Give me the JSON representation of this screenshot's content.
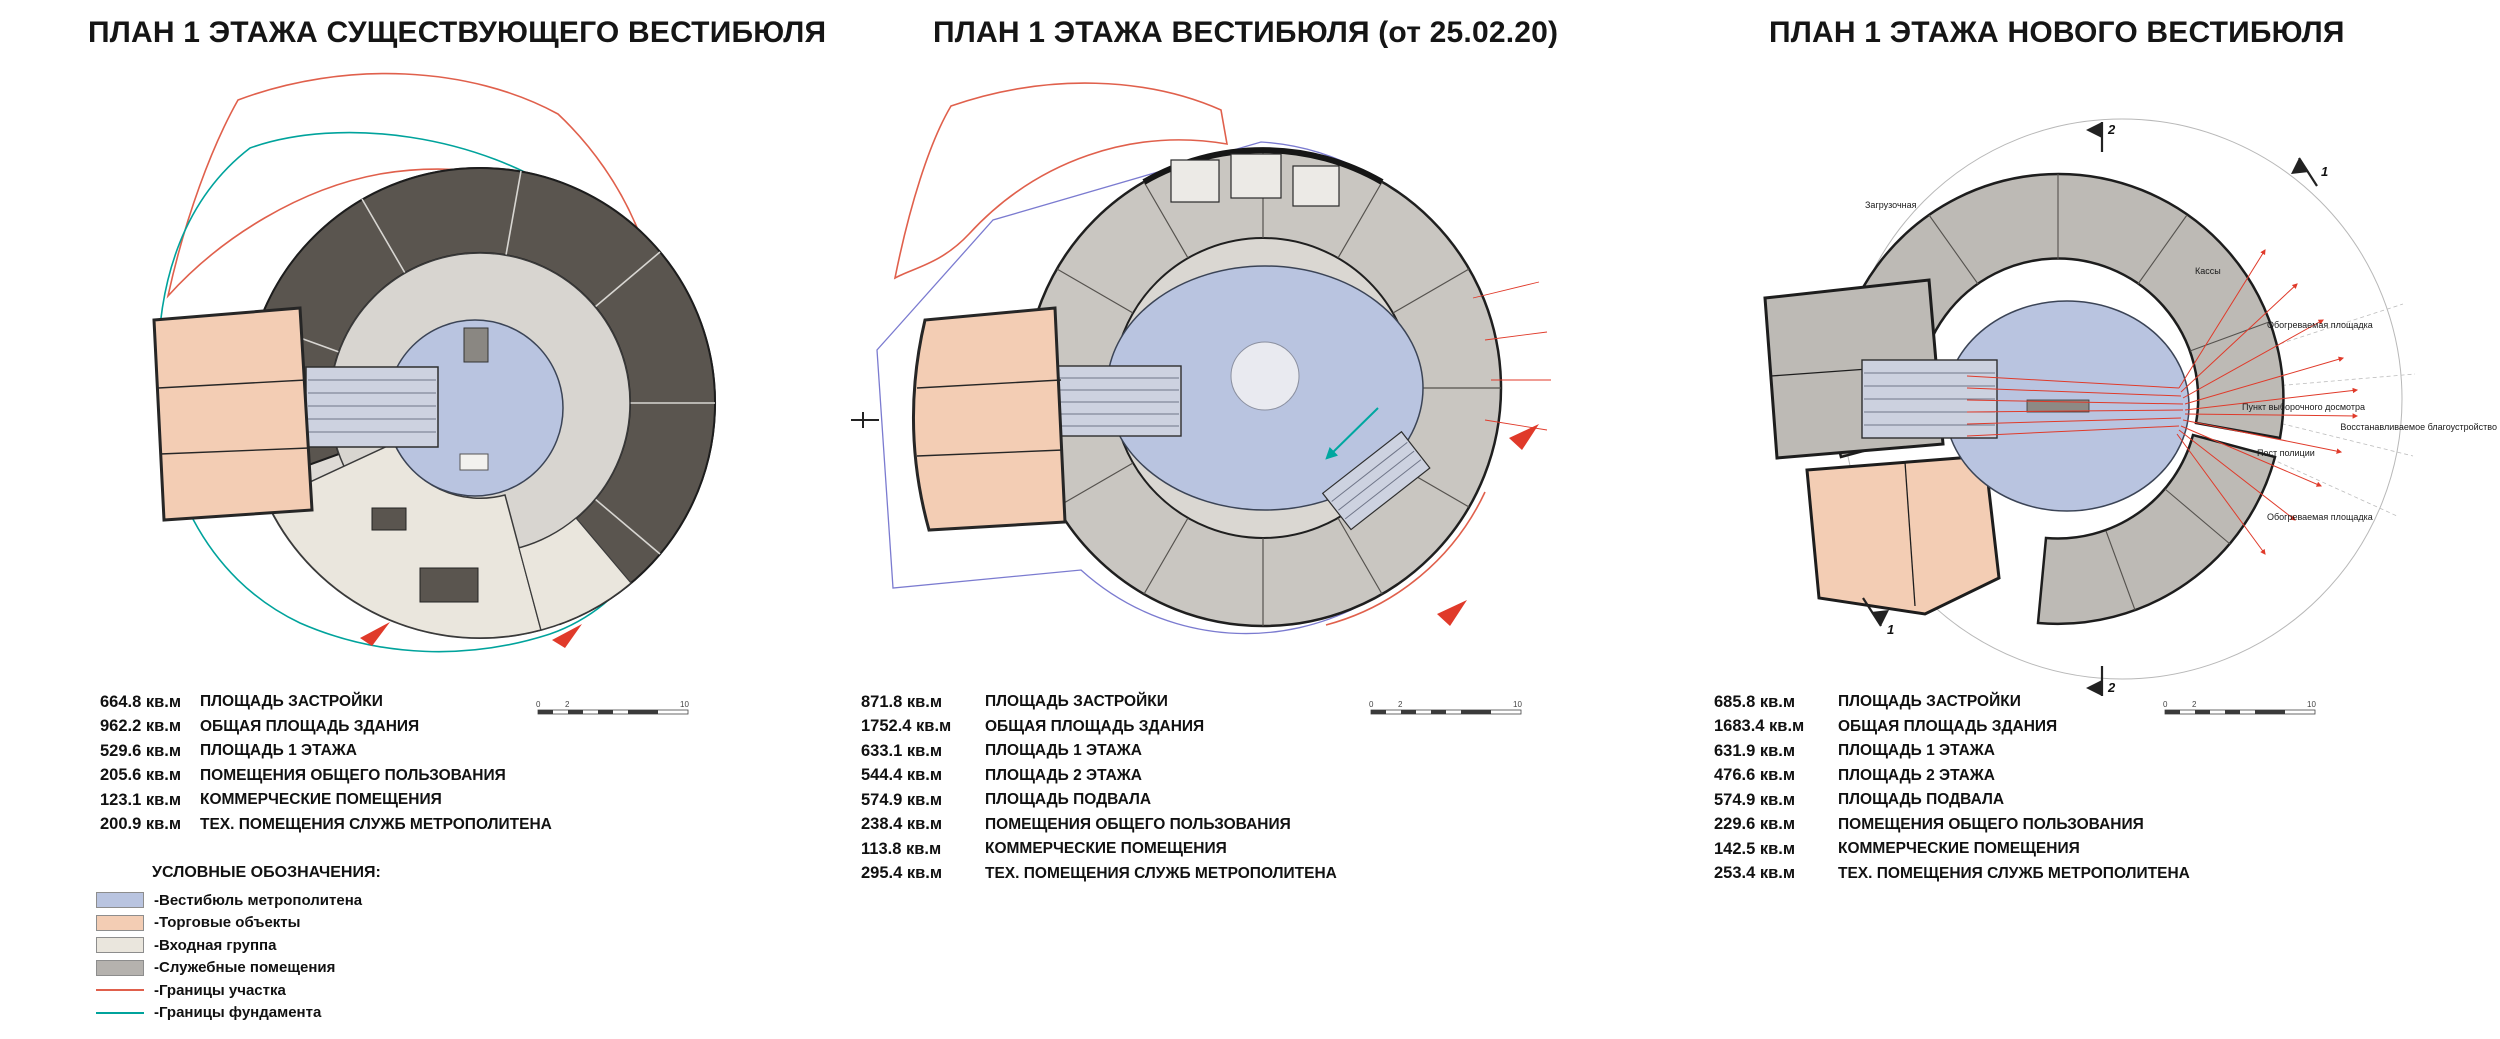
{
  "colors": {
    "vestibule": "#b9c4e0",
    "commerce": "#f3cdb4",
    "entrance": "#eae6dd",
    "service": "#bdbab5",
    "darkcore": "#5a554f",
    "site_boundary": "#e0604c",
    "foundation": "#00a39c",
    "property_line": "#7b7bd0",
    "flow": "#e03a2a",
    "teal_arrow": "#00a7a0"
  },
  "panels": [
    {
      "title": "ПЛАН 1 ЭТАЖА СУЩЕСТВУЮЩЕГО ВЕСТИБЮЛЯ",
      "stats": [
        {
          "value": "664.8 кв.м",
          "label": "ПЛОЩАДЬ ЗАСТРОЙКИ"
        },
        {
          "value": "962.2 кв.м",
          "label": "ОБЩАЯ ПЛОЩАДЬ ЗДАНИЯ"
        },
        {
          "value": "529.6 кв.м",
          "label": "ПЛОЩАДЬ 1 ЭТАЖА"
        },
        {
          "value": "205.6 кв.м",
          "label": "ПОМЕЩЕНИЯ ОБЩЕГО ПОЛЬЗОВАНИЯ"
        },
        {
          "value": "123.1 кв.м",
          "label": "КОММЕРЧЕСКИЕ ПОМЕЩЕНИЯ"
        },
        {
          "value": "200.9 кв.м",
          "label": "ТЕХ. ПОМЕЩЕНИЯ СЛУЖБ МЕТРОПОЛИТЕНА"
        }
      ]
    },
    {
      "title": "ПЛАН 1 ЭТАЖА ВЕСТИБЮЛЯ (от 25.02.20)",
      "stats": [
        {
          "value": "871.8 кв.м",
          "label": "ПЛОЩАДЬ ЗАСТРОЙКИ"
        },
        {
          "value": "1752.4 кв.м",
          "label": "ОБЩАЯ ПЛОЩАДЬ ЗДАНИЯ"
        },
        {
          "value": "633.1 кв.м",
          "label": "ПЛОЩАДЬ 1 ЭТАЖА"
        },
        {
          "value": "544.4 кв.м",
          "label": "ПЛОЩАДЬ 2 ЭТАЖА"
        },
        {
          "value": "574.9 кв.м",
          "label": "ПЛОЩАДЬ ПОДВАЛА"
        },
        {
          "value": "238.4 кв.м",
          "label": "ПОМЕЩЕНИЯ ОБЩЕГО ПОЛЬЗОВАНИЯ"
        },
        {
          "value": "113.8 кв.м",
          "label": "КОММЕРЧЕСКИЕ ПОМЕЩЕНИЯ"
        },
        {
          "value": "295.4 кв.м",
          "label": "ТЕХ. ПОМЕЩЕНИЯ СЛУЖБ МЕТРОПОЛИТЕНА"
        }
      ]
    },
    {
      "title": "ПЛАН 1 ЭТАЖА НОВОГО ВЕСТИБЮЛЯ",
      "stats": [
        {
          "value": "685.8 кв.м",
          "label": "ПЛОЩАДЬ ЗАСТРОЙКИ"
        },
        {
          "value": "1683.4 кв.м",
          "label": "ОБЩАЯ ПЛОЩАДЬ ЗДАНИЯ"
        },
        {
          "value": "631.9 кв.м",
          "label": "ПЛОЩАДЬ 1 ЭТАЖА"
        },
        {
          "value": "476.6 кв.м",
          "label": "ПЛОЩАДЬ 2 ЭТАЖА"
        },
        {
          "value": "574.9 кв.м",
          "label": "ПЛОЩАДЬ ПОДВАЛА"
        },
        {
          "value": "229.6 кв.м",
          "label": "ПОМЕЩЕНИЯ ОБЩЕГО ПОЛЬЗОВАНИЯ"
        },
        {
          "value": "142.5 кв.м",
          "label": "КОММЕРЧЕСКИЕ ПОМЕЩЕНИЯ"
        },
        {
          "value": "253.4 кв.м",
          "label": "ТЕХ. ПОМЕЩЕНИЯ СЛУЖБ МЕТРОПОЛИТЕНА"
        }
      ],
      "annotations": {
        "loading": "Загрузочная",
        "ticket_office": "Кассы",
        "heated_area_upper": "Обогреваемая площадка",
        "inspection_point": "Пункт выборочного досмотра",
        "police_post": "Пост полиции",
        "restored_landscaping": "Восстанавливаемое благоустройство",
        "heated_area_lower": "Обогреваемая площадка"
      },
      "section_markers": {
        "one": "1",
        "two": "2"
      }
    }
  ],
  "legend": {
    "title": "УСЛОВНЫЕ ОБОЗНАЧЕНИЯ:",
    "items": [
      {
        "type": "fill",
        "color": "#b9c4e0",
        "label": "-Вестибюль метрополитена"
      },
      {
        "type": "fill",
        "color": "#f3cdb4",
        "label": "-Торговые объекты"
      },
      {
        "type": "fill",
        "color": "#eae6dd",
        "label": "-Входная группа"
      },
      {
        "type": "fill",
        "color": "#b5b2ae",
        "label": "-Служебные помещения"
      },
      {
        "type": "line",
        "color": "#e0604c",
        "label": "-Границы участка"
      },
      {
        "type": "line",
        "color": "#00a39c",
        "label": "-Границы фундамента"
      }
    ]
  },
  "scale_bar": {
    "ticks": [
      "0",
      "2",
      "10"
    ]
  }
}
